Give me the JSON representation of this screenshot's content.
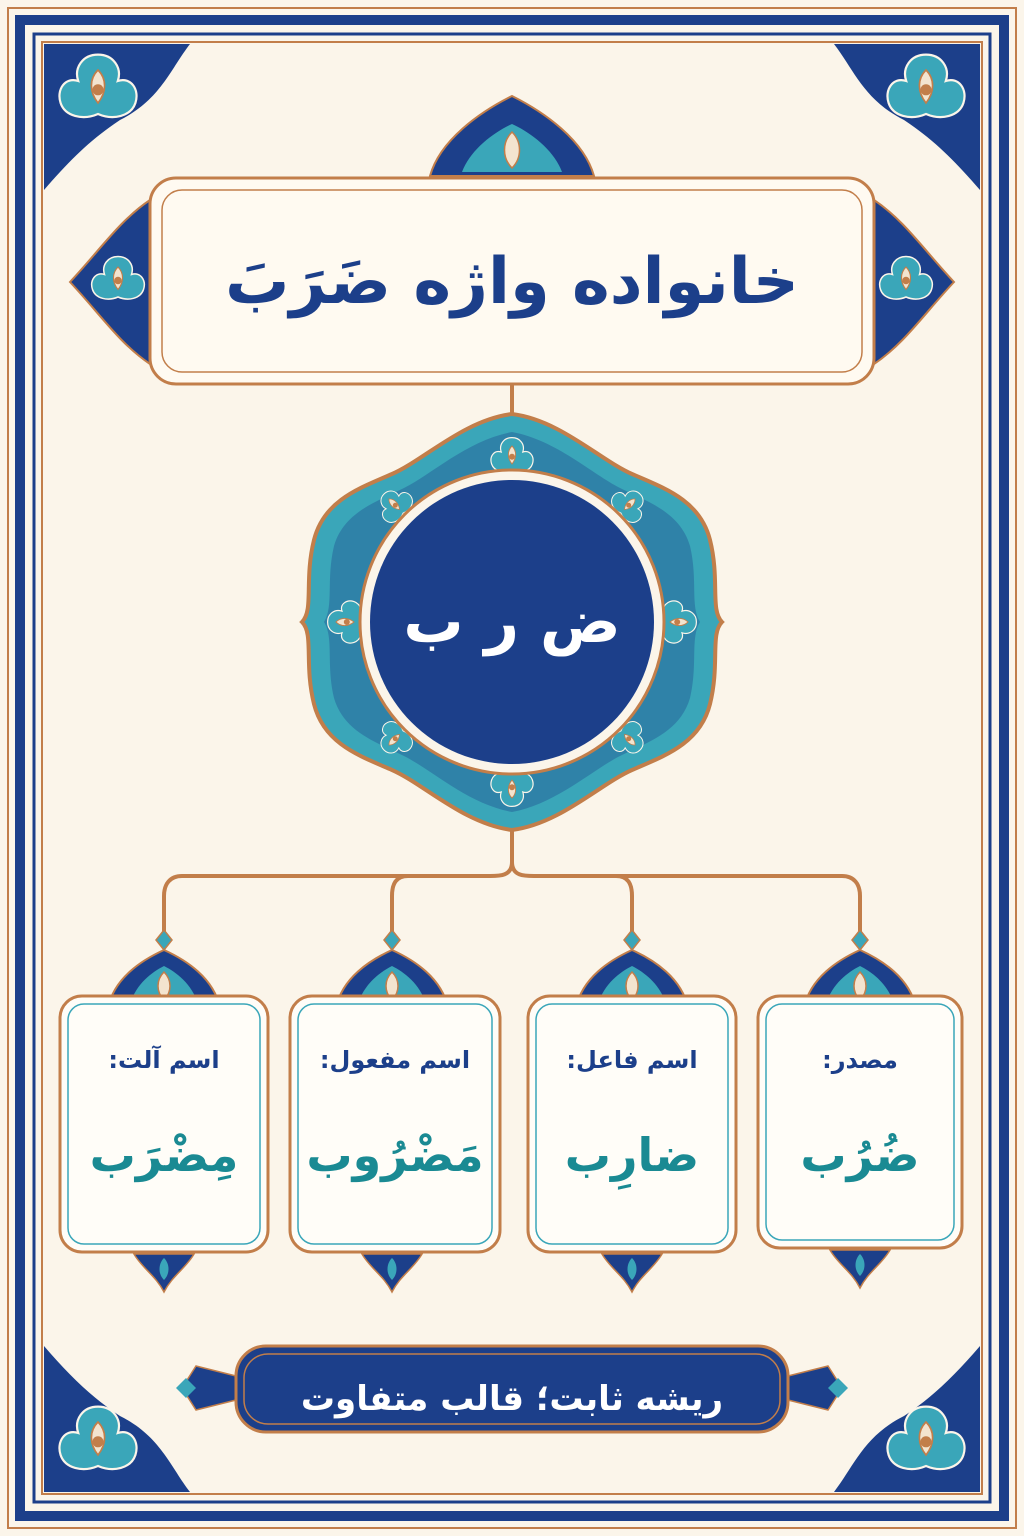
{
  "title": "خانواده واژه ضَرَبَ",
  "root": "ض ر ب",
  "cards": [
    {
      "label": "مصدر:",
      "word": "ضُرُب"
    },
    {
      "label": "اسم فاعل:",
      "word": "ضارِب"
    },
    {
      "label": "اسم مفعول:",
      "word": "مَضْرُوب"
    },
    {
      "label": "اسم آلت:",
      "word": "مِضْرَب"
    }
  ],
  "footer": "ریشه ثابت؛ قالب متفاوت",
  "colors": {
    "navy": "#1c3f8a",
    "teal": "#1a8a93",
    "copper": "#c27e4a",
    "cream": "#fbf5ea",
    "light_teal": "#3aa6b9"
  }
}
